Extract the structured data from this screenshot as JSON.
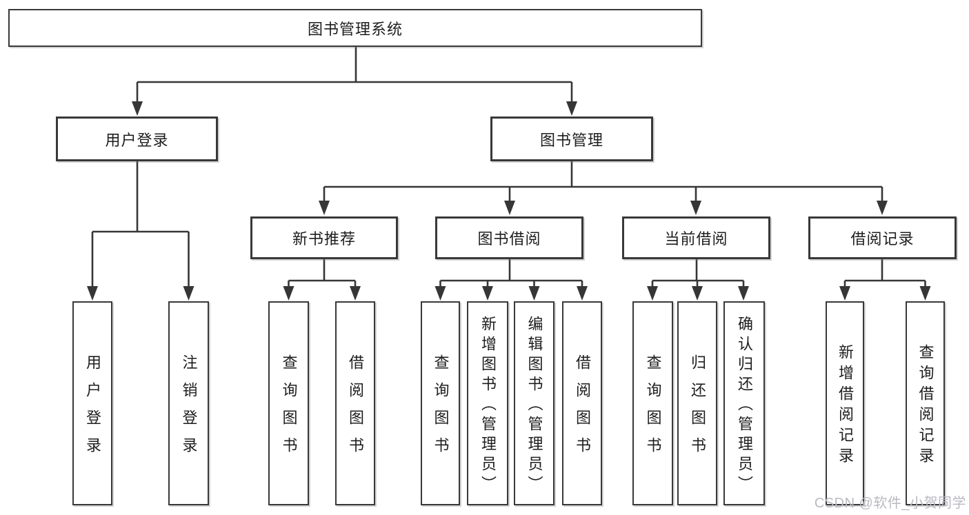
{
  "tree": {
    "root": {
      "label": "图书管理系统",
      "children": [
        {
          "label": "用户登录",
          "children": [
            {
              "label": "用户登录"
            },
            {
              "label": "注销登录"
            }
          ]
        },
        {
          "label": "图书管理",
          "children": [
            {
              "label": "新书推荐",
              "children": [
                {
                  "label": "查询图书"
                },
                {
                  "label": "借阅图书"
                }
              ]
            },
            {
              "label": "图书借阅",
              "children": [
                {
                  "label": "查询图书"
                },
                {
                  "label": "新增图书（管理员）"
                },
                {
                  "label": "编辑图书（管理员）"
                },
                {
                  "label": "借阅图书"
                }
              ]
            },
            {
              "label": "当前借阅",
              "children": [
                {
                  "label": "查询图书"
                },
                {
                  "label": "归还图书"
                },
                {
                  "label": "确认归还（管理员）"
                }
              ]
            },
            {
              "label": "借阅记录",
              "children": [
                {
                  "label": "新增借阅记录"
                },
                {
                  "label": "查询借阅记录"
                }
              ]
            }
          ]
        }
      ]
    }
  },
  "watermark": {
    "text": "CSDN @软件_小贺同学"
  },
  "colors": {
    "line": "#363636",
    "box_border": "#383838",
    "text": "#1d1d1d",
    "watermark": "#b9b9c1",
    "background": "#ffffff"
  }
}
